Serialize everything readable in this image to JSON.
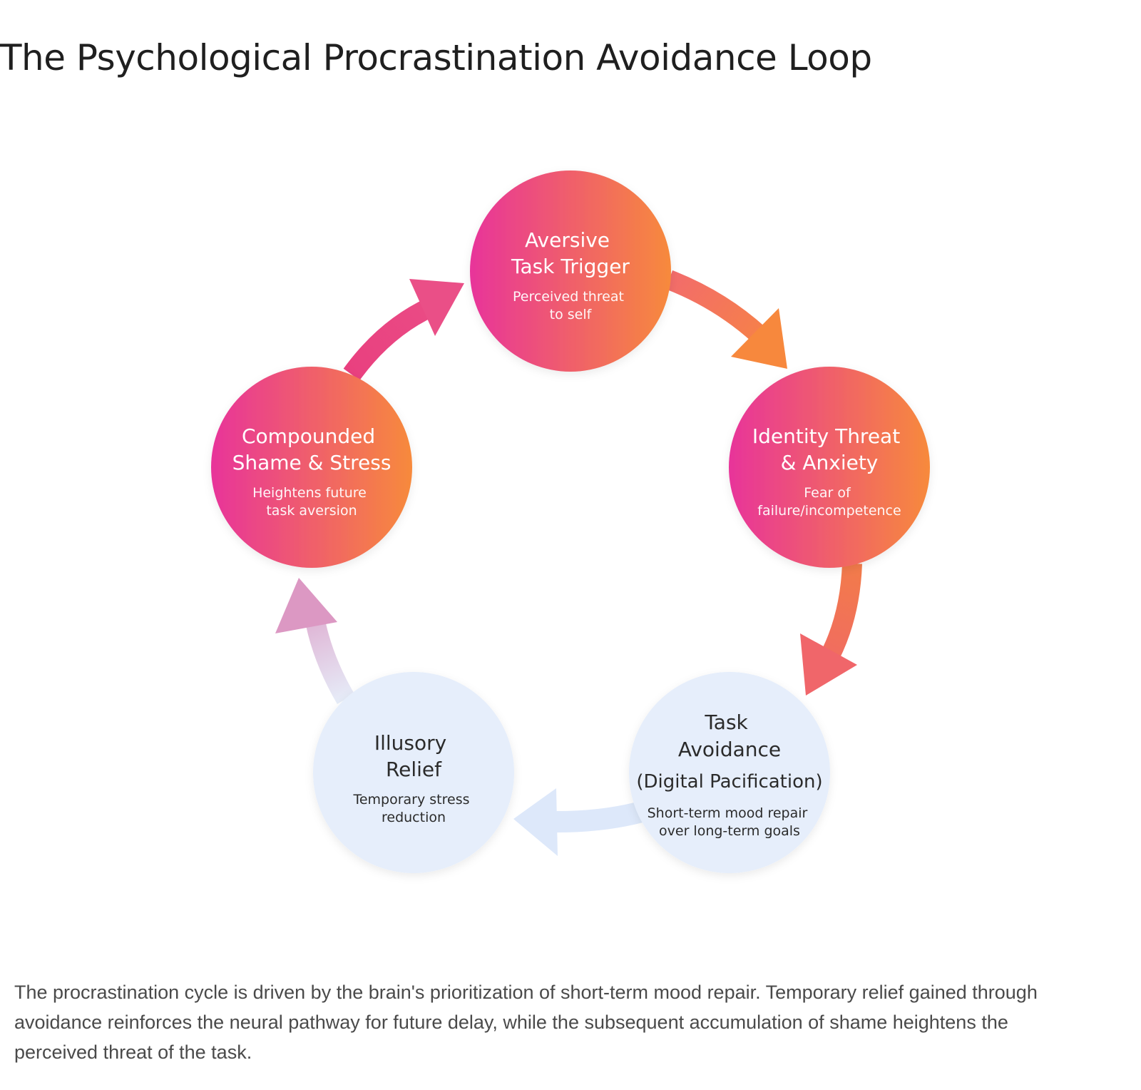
{
  "title": "The Psychological Procrastination Avoidance Loop",
  "colors": {
    "hot_start": "#e8349a",
    "hot_end": "#f78a3c",
    "cool_fill": "#e6eefb",
    "cool_arrow": "#dde8fa",
    "hot_text": "#ffffff",
    "cool_text": "#2b2b2b"
  },
  "nodes": [
    {
      "id": "aversive",
      "title_lines": [
        "Aversive",
        "Task Trigger"
      ],
      "paren": "",
      "sub_lines": [
        "Perceived threat",
        "to self"
      ],
      "style": "hot"
    },
    {
      "id": "identity",
      "title_lines": [
        "Identity Threat",
        "& Anxiety"
      ],
      "paren": "",
      "sub_lines": [
        "Fear of",
        "failure/incompetence"
      ],
      "style": "hot"
    },
    {
      "id": "avoidance",
      "title_lines": [
        "Task",
        "Avoidance"
      ],
      "paren": "(Digital Pacification)",
      "sub_lines": [
        "Short-term mood repair",
        "over long-term goals"
      ],
      "style": "cool"
    },
    {
      "id": "relief",
      "title_lines": [
        "Illusory",
        "Relief"
      ],
      "paren": "",
      "sub_lines": [
        "Temporary stress",
        "reduction"
      ],
      "style": "cool"
    },
    {
      "id": "shame",
      "title_lines": [
        "Compounded",
        "Shame & Stress"
      ],
      "paren": "",
      "sub_lines": [
        "Heightens future",
        "task aversion"
      ],
      "style": "hot"
    }
  ],
  "caption": "The procrastination cycle is driven by the brain's prioritization of short-term mood repair. Temporary relief gained through avoidance reinforces the neural pathway for future delay, while the subsequent accumulation of shame heightens the perceived threat of the task."
}
